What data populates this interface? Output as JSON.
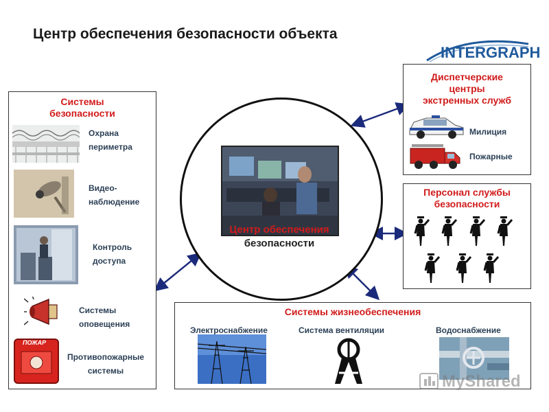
{
  "title": "Центр обеспечения безопасности объекта",
  "logo": {
    "text": "INTERGRAPH"
  },
  "left_panel": {
    "title_line1": "Системы",
    "title_line2": "безопасности",
    "items": [
      {
        "line1": "Охрана",
        "line2": "периметра"
      },
      {
        "line1": "Видео-",
        "line2": "наблюдение"
      },
      {
        "line1": "Контроль",
        "line2": "доступа"
      },
      {
        "line1": "Системы",
        "line2": "оповещения"
      },
      {
        "line1": "Противопожарные",
        "line2": "системы"
      }
    ],
    "fire_sign": "ПОЖАР"
  },
  "center": {
    "line1": "Центр обеспечения",
    "line2": "безопасности"
  },
  "dispatch_panel": {
    "title_line1": "Диспетчерские",
    "title_line2": "центры",
    "title_line3": "экстренных служб",
    "items": [
      "Милиция",
      "Пожарные"
    ]
  },
  "personnel_panel": {
    "title_line1": "Персонал службы",
    "title_line2": "безопасности"
  },
  "life_panel": {
    "title": "Системы жизнеобеспечения",
    "items": [
      "Электроснабжение",
      "Система вентиляции",
      "Водоснабжение"
    ]
  },
  "watermark": {
    "text": "MyShared"
  }
}
